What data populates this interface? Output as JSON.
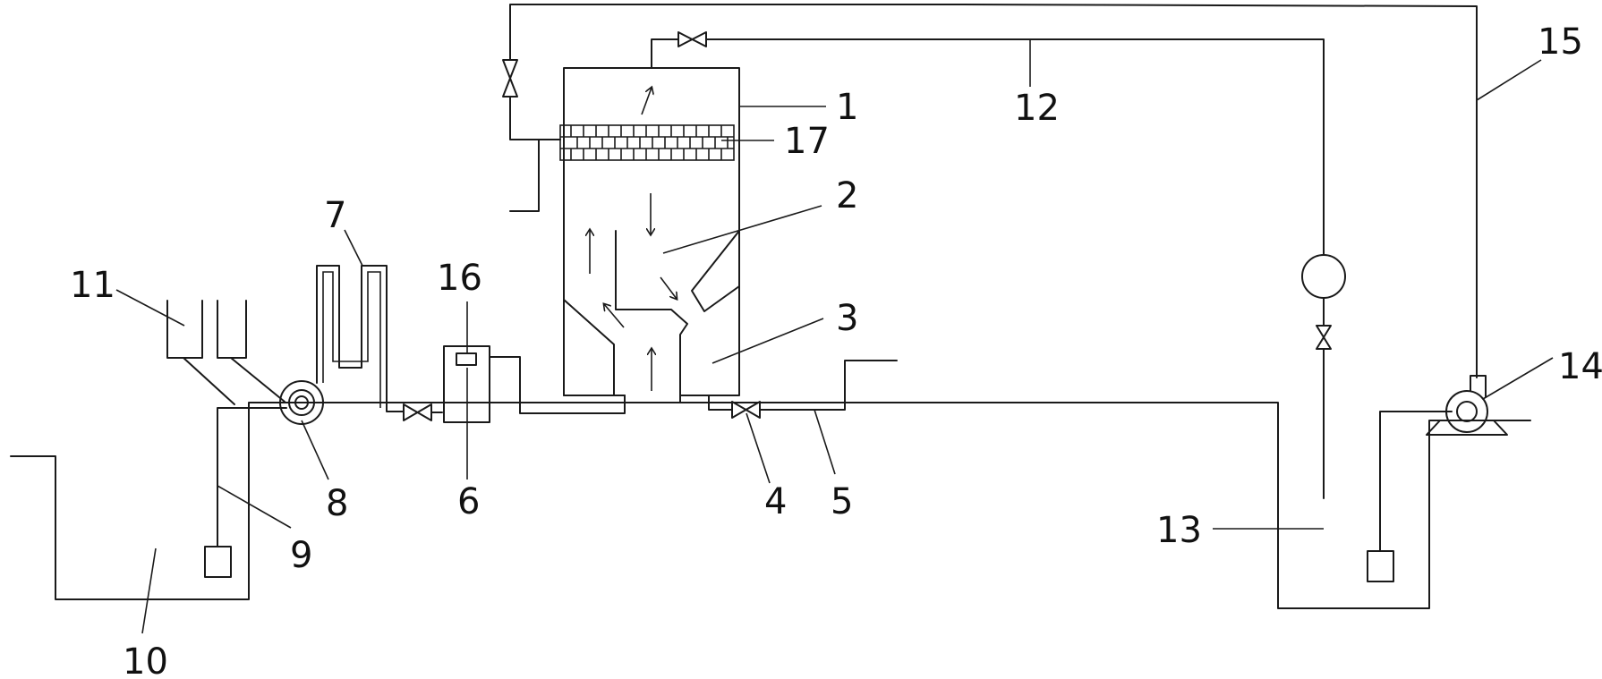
{
  "labels": {
    "n1": "1",
    "n2": "2",
    "n3": "3",
    "n4": "4",
    "n5": "5",
    "n6": "6",
    "n7": "7",
    "n8": "8",
    "n9": "9",
    "n10": "10",
    "n11": "11",
    "n12": "12",
    "n13": "13",
    "n14": "14",
    "n15": "15",
    "n16": "16",
    "n17": "17"
  },
  "colors": {
    "line": "#1a1a1a",
    "background": "#ffffff"
  }
}
